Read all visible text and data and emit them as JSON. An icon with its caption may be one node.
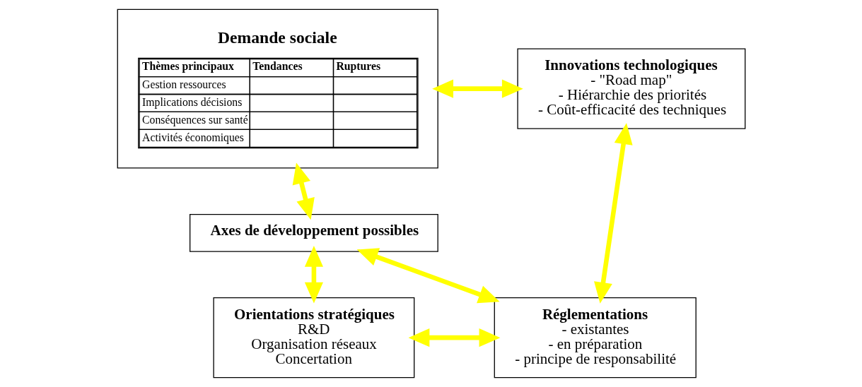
{
  "diagram": {
    "nodes": [
      {
        "text": [
          "Demande sociale"
        ]
      },
      {
        "text": [
          "Innovations technologiques",
          "- \"Road map\"",
          "- Hiérarchie des priorités",
          "- Coût-efficacité des techniques"
        ]
      },
      {
        "text": [
          "Axes de développement possibles"
        ]
      },
      {
        "text": [
          "Réglementations",
          "- existantes",
          "- en préparation",
          "- principe de responsabilité"
        ]
      },
      {
        "text": [
          "Orientations stratégiques",
          "R&D",
          "Organisation réseaux",
          "Concertation"
        ]
      }
    ],
    "edges": [
      {
        "from": 0,
        "to": 2,
        "arrow": "both"
      },
      {
        "from": 0,
        "to": 1,
        "arrow": "both"
      },
      {
        "from": 1,
        "to": 3,
        "arrow": "both"
      },
      {
        "from": 2,
        "to": 3,
        "arrow": "both"
      },
      {
        "from": 2,
        "to": 4,
        "arrow": "both"
      },
      {
        "from": 4,
        "to": 3,
        "arrow": "both"
      }
    ],
    "labels": [
      "Thèmes principaux",
      "Tendances",
      "Ruptures",
      "Gestion ressources",
      "Implications décisions",
      "Conséquences sur santé",
      "Activités économiques"
    ]
  }
}
